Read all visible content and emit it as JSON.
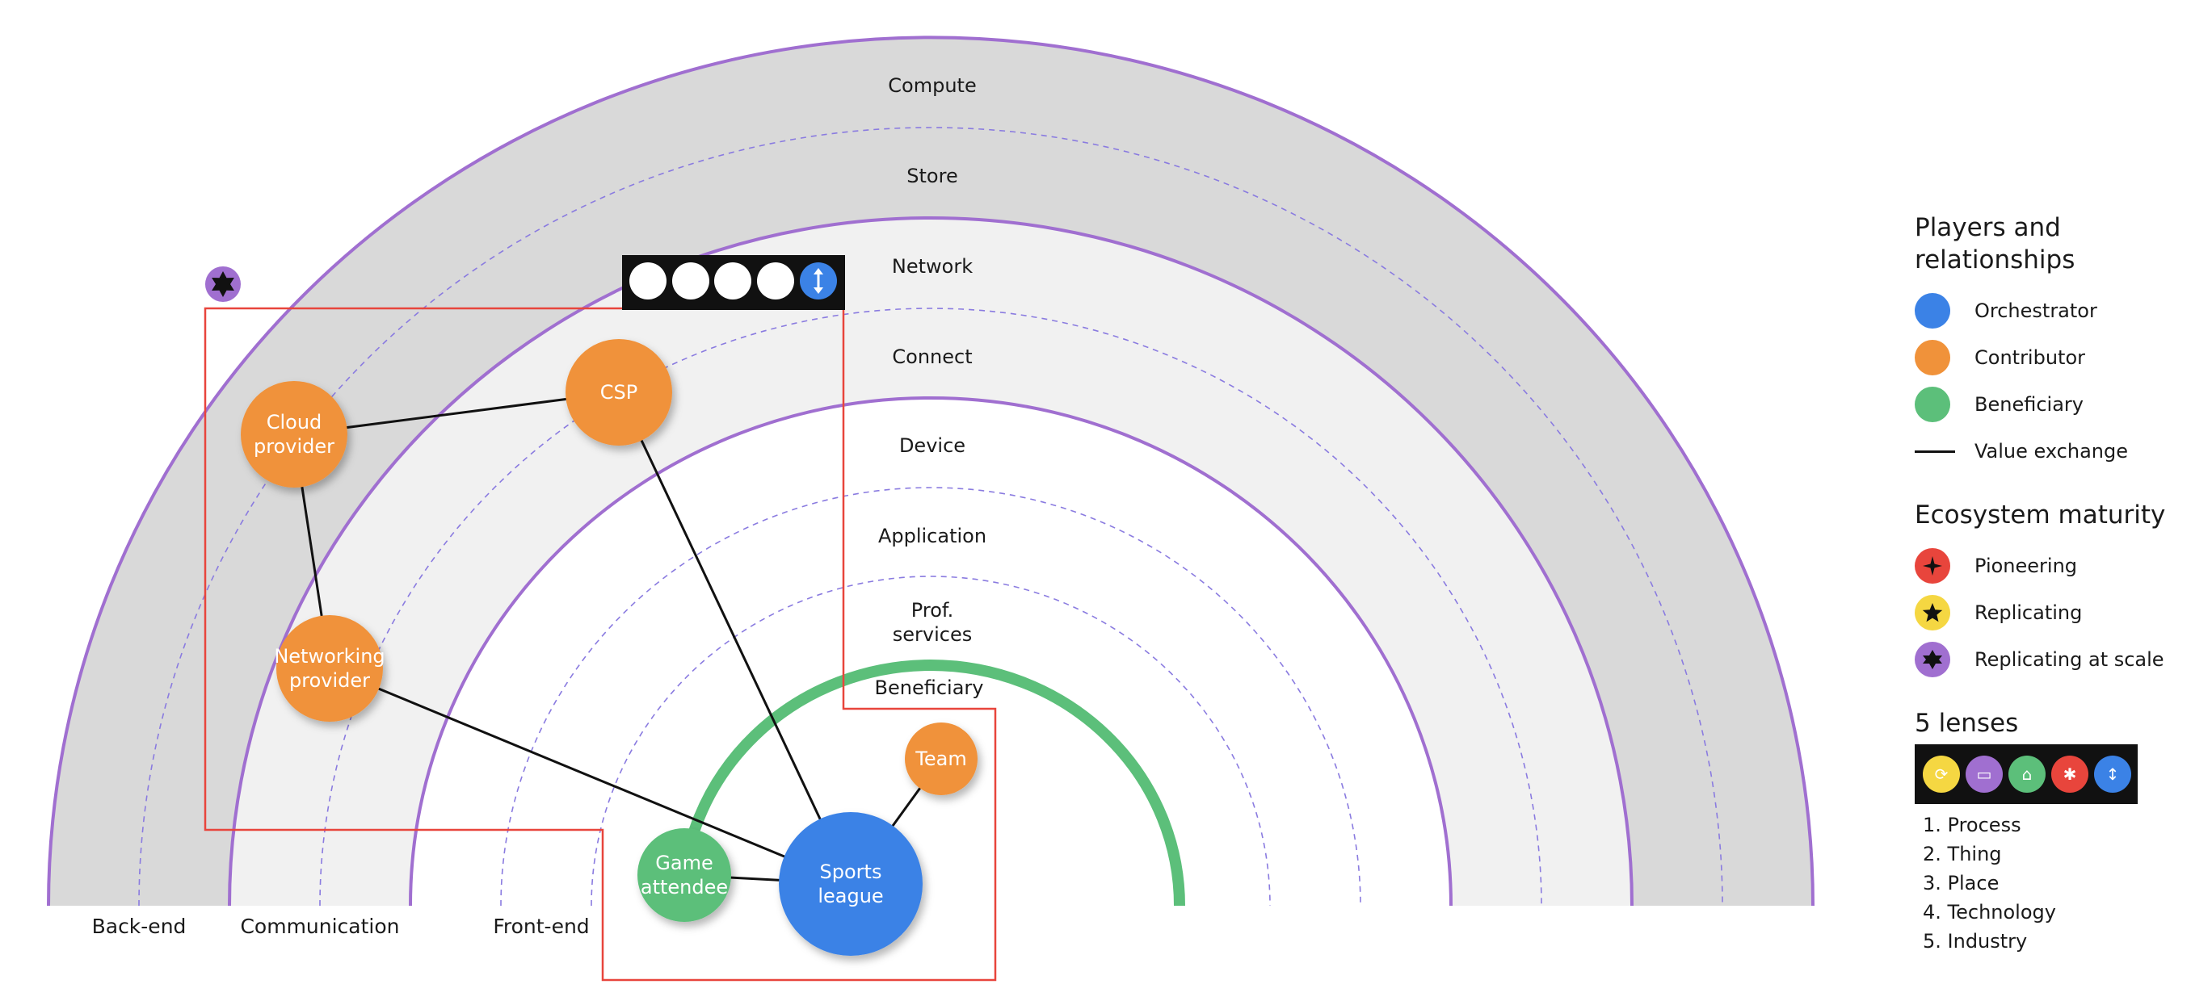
{
  "diagram": {
    "ring_labels": [
      "Compute",
      "Store",
      "Network",
      "Connect",
      "Device",
      "Application",
      "Prof.\nservices",
      "Beneficiary"
    ],
    "segment_labels": [
      "Back-end",
      "Communication",
      "Front-end"
    ],
    "nodes": [
      {
        "id": "cloud",
        "label": "Cloud\nprovider",
        "role": "contributor"
      },
      {
        "id": "csp",
        "label": "CSP",
        "role": "contributor"
      },
      {
        "id": "networking",
        "label": "Networking\nprovider",
        "role": "contributor"
      },
      {
        "id": "team",
        "label": "Team",
        "role": "contributor"
      },
      {
        "id": "game",
        "label": "Game\nattendee",
        "role": "beneficiary"
      },
      {
        "id": "sports",
        "label": "Sports\nleague",
        "role": "orchestrator"
      }
    ],
    "edges": [
      [
        "cloud",
        "csp"
      ],
      [
        "cloud",
        "networking"
      ],
      [
        "csp",
        "sports"
      ],
      [
        "networking",
        "sports"
      ],
      [
        "game",
        "sports"
      ],
      [
        "team",
        "sports"
      ]
    ],
    "maturity_badge": "replicating-at-scale",
    "lens_badge": {
      "filled": 4,
      "active_icon": "industry-arrows-icon"
    }
  },
  "legend": {
    "players_title": "Players and relationships",
    "players": [
      {
        "label": "Orchestrator",
        "color": "#3b82e6"
      },
      {
        "label": "Contributor",
        "color": "#f0923a"
      },
      {
        "label": "Beneficiary",
        "color": "#5cbf7a"
      },
      {
        "label": "Value exchange",
        "color": "#111111"
      }
    ],
    "maturity_title": "Ecosystem maturity",
    "maturity": [
      {
        "label": "Pioneering",
        "color": "#e8453c",
        "icon": "four-point-star-icon"
      },
      {
        "label": "Replicating",
        "color": "#f5d742",
        "icon": "five-point-star-icon"
      },
      {
        "label": "Replicating at scale",
        "color": "#a06fd0",
        "icon": "six-point-star-icon"
      }
    ],
    "lenses_title": "5 lenses",
    "lens_icons": [
      {
        "name": "process-icon",
        "color": "#f5d742"
      },
      {
        "name": "thing-icon",
        "color": "#a06fd0"
      },
      {
        "name": "place-icon",
        "color": "#5cbf7a"
      },
      {
        "name": "technology-icon",
        "color": "#e8453c"
      },
      {
        "name": "industry-icon",
        "color": "#3b82e6"
      }
    ],
    "lenses": [
      "1. Process",
      "2. Thing",
      "3. Place",
      "4. Technology",
      "5. Industry"
    ]
  },
  "colors": {
    "orchestrator": "#3b82e6",
    "contributor": "#f0923a",
    "beneficiary": "#5cbf7a",
    "ring_boundary": "#a06fd0",
    "outer_band": "#d9d9d9",
    "inner_band": "#f1f1f1",
    "highlight": "#e8453c"
  }
}
